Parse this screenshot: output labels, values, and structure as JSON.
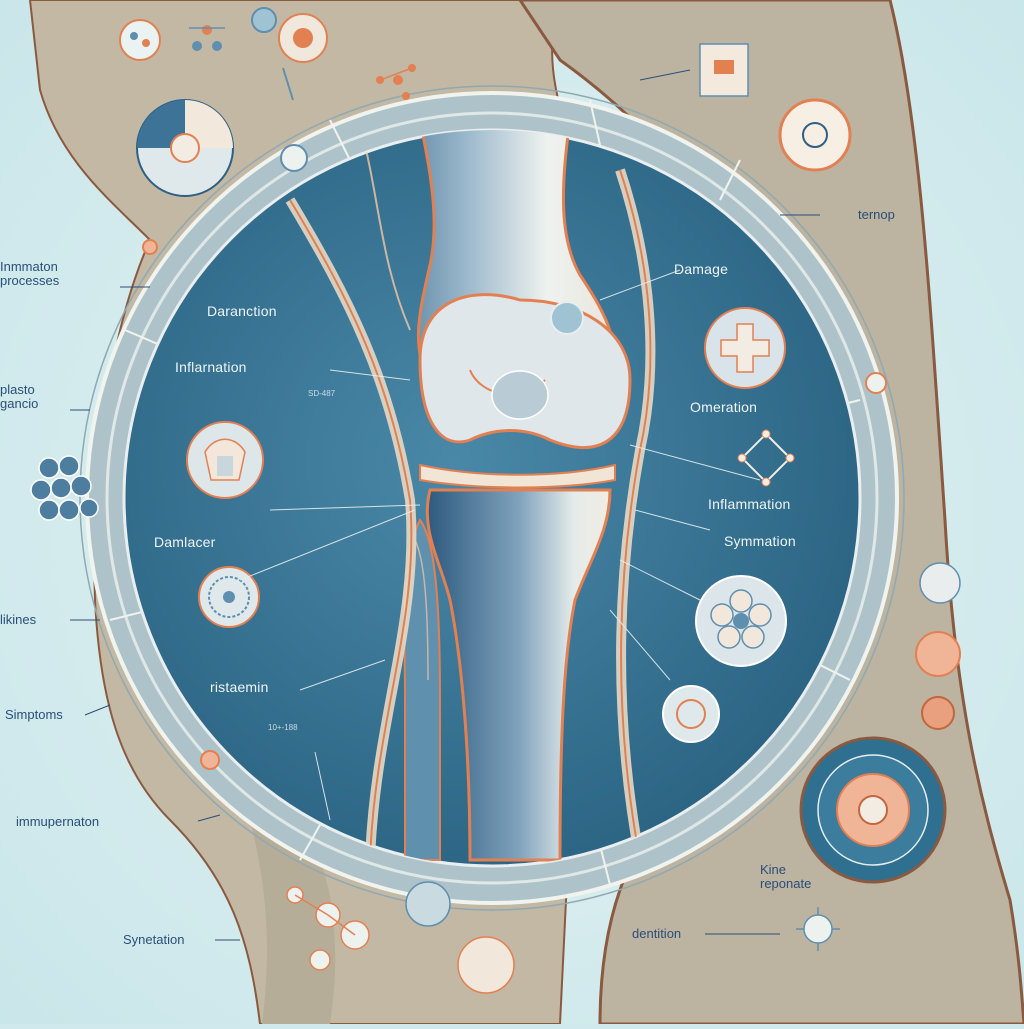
{
  "labels": {
    "immunation_processes": [
      "Inmmaton",
      "processes"
    ],
    "plasto_gancio": [
      "plasto",
      "gancio"
    ],
    "likines": "likines",
    "symptoms": "Simptoms",
    "immunupernaton": "immupernaton",
    "synetation": "Synetation",
    "damanction": "Daranction",
    "inflammation_left": "Inflarnation",
    "damlacer": "Damlacer",
    "ristamin": "ristaemin",
    "damage": "Damage",
    "omeration": "Omeration",
    "inflammation_right": "Inflammation",
    "symmation": "Symmation",
    "temop": "ternop",
    "kine_response": [
      "Kine",
      "reponate"
    ],
    "dentition": "dentition",
    "small_tag_1": "SD-487",
    "small_tag_2": "10+-188"
  },
  "colors": {
    "background": "#cfe9ec",
    "skin": "#c2b8a4",
    "skin_outline": "#8a5a40",
    "ring": "#aec3c9",
    "ring_stroke": "#f0f3ee",
    "inner_field": "#2f6f90",
    "bone": "#5e8fae",
    "bone_highlight": "#e8eef0",
    "cartilage_outline": "#e38052",
    "label_text": "#2a4f78",
    "inner_label_text": "#eef4f7"
  }
}
